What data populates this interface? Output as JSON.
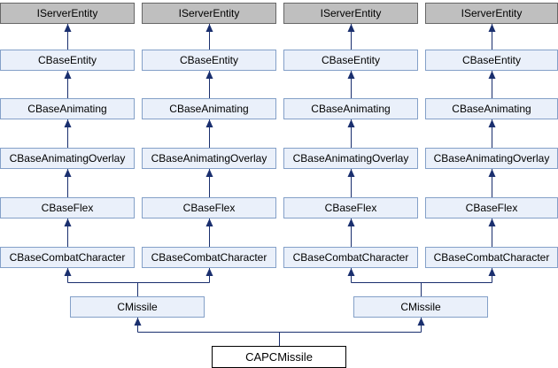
{
  "diagram": {
    "nodes": [
      {
        "id": "ise1",
        "label": "IServerEntity",
        "kind": "iface"
      },
      {
        "id": "ise2",
        "label": "IServerEntity",
        "kind": "iface"
      },
      {
        "id": "ise3",
        "label": "IServerEntity",
        "kind": "iface"
      },
      {
        "id": "ise4",
        "label": "IServerEntity",
        "kind": "iface"
      },
      {
        "id": "cbe1",
        "label": "CBaseEntity",
        "kind": "class"
      },
      {
        "id": "cbe2",
        "label": "CBaseEntity",
        "kind": "class"
      },
      {
        "id": "cbe3",
        "label": "CBaseEntity",
        "kind": "class"
      },
      {
        "id": "cbe4",
        "label": "CBaseEntity",
        "kind": "class"
      },
      {
        "id": "cba1",
        "label": "CBaseAnimating",
        "kind": "class"
      },
      {
        "id": "cba2",
        "label": "CBaseAnimating",
        "kind": "class"
      },
      {
        "id": "cba3",
        "label": "CBaseAnimating",
        "kind": "class"
      },
      {
        "id": "cba4",
        "label": "CBaseAnimating",
        "kind": "class"
      },
      {
        "id": "cbo1",
        "label": "CBaseAnimatingOverlay",
        "kind": "class"
      },
      {
        "id": "cbo2",
        "label": "CBaseAnimatingOverlay",
        "kind": "class"
      },
      {
        "id": "cbo3",
        "label": "CBaseAnimatingOverlay",
        "kind": "class"
      },
      {
        "id": "cbo4",
        "label": "CBaseAnimatingOverlay",
        "kind": "class"
      },
      {
        "id": "cbf1",
        "label": "CBaseFlex",
        "kind": "class"
      },
      {
        "id": "cbf2",
        "label": "CBaseFlex",
        "kind": "class"
      },
      {
        "id": "cbf3",
        "label": "CBaseFlex",
        "kind": "class"
      },
      {
        "id": "cbf4",
        "label": "CBaseFlex",
        "kind": "class"
      },
      {
        "id": "cbc1",
        "label": "CBaseCombatCharacter",
        "kind": "class"
      },
      {
        "id": "cbc2",
        "label": "CBaseCombatCharacter",
        "kind": "class"
      },
      {
        "id": "cbc3",
        "label": "CBaseCombatCharacter",
        "kind": "class"
      },
      {
        "id": "cbc4",
        "label": "CBaseCombatCharacter",
        "kind": "class"
      },
      {
        "id": "cm1",
        "label": "CMissile",
        "kind": "class"
      },
      {
        "id": "cm2",
        "label": "CMissile",
        "kind": "class"
      },
      {
        "id": "capc",
        "label": "CAPCMissile",
        "kind": "focus"
      }
    ],
    "edges": [
      [
        "ise1",
        "cbe1"
      ],
      [
        "ise2",
        "cbe2"
      ],
      [
        "ise3",
        "cbe3"
      ],
      [
        "ise4",
        "cbe4"
      ],
      [
        "cbe1",
        "cba1"
      ],
      [
        "cbe2",
        "cba2"
      ],
      [
        "cbe3",
        "cba3"
      ],
      [
        "cbe4",
        "cba4"
      ],
      [
        "cba1",
        "cbo1"
      ],
      [
        "cba2",
        "cbo2"
      ],
      [
        "cba3",
        "cbo3"
      ],
      [
        "cba4",
        "cbo4"
      ],
      [
        "cbo1",
        "cbf1"
      ],
      [
        "cbo2",
        "cbf2"
      ],
      [
        "cbo3",
        "cbf3"
      ],
      [
        "cbo4",
        "cbf4"
      ],
      [
        "cbf1",
        "cbc1"
      ],
      [
        "cbf2",
        "cbc2"
      ],
      [
        "cbf3",
        "cbc3"
      ],
      [
        "cbf4",
        "cbc4"
      ],
      [
        [
          "cbc1",
          "cbc2"
        ],
        "cm1"
      ],
      [
        [
          "cbc3",
          "cbc4"
        ],
        "cm2"
      ],
      [
        [
          "cm1",
          "cm2"
        ],
        "capc"
      ]
    ],
    "colors": {
      "edge": "#1a2f6e",
      "class_fill": "#eaf0fa",
      "class_border": "#84a0c8",
      "iface_fill": "#bfbfbf",
      "focus_fill": "#ffffff"
    }
  }
}
